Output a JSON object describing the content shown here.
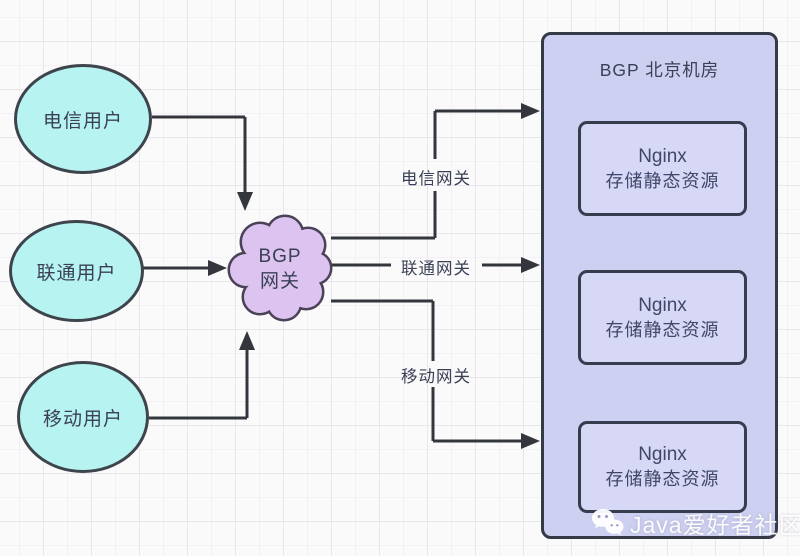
{
  "diagram": {
    "users": [
      {
        "label": "电信用户"
      },
      {
        "label": "联通用户"
      },
      {
        "label": "移动用户"
      }
    ],
    "gateway": {
      "line1": "BGP",
      "line2": "网关"
    },
    "edge_labels": [
      {
        "label": "电信网关"
      },
      {
        "label": "联通网关"
      },
      {
        "label": "移动网关"
      }
    ],
    "datacenter": {
      "title": "BGP 北京机房",
      "servers": [
        {
          "name": "Nginx",
          "desc": "存储静态资源"
        },
        {
          "name": "Nginx",
          "desc": "存储静态资源"
        },
        {
          "name": "Nginx",
          "desc": "存储静态资源"
        }
      ]
    },
    "watermark": {
      "text": "Java爱好者社区",
      "icon": "wechat-icon"
    },
    "colors": {
      "user_fill": "#b7f3f0",
      "gateway_fill": "#dcc3f0",
      "datacenter_fill": "#cdd0f0",
      "server_fill": "#d6d8f6",
      "arrow": "#33363c",
      "text": "#3a4156",
      "grid_line": "#e9e7ec"
    }
  }
}
